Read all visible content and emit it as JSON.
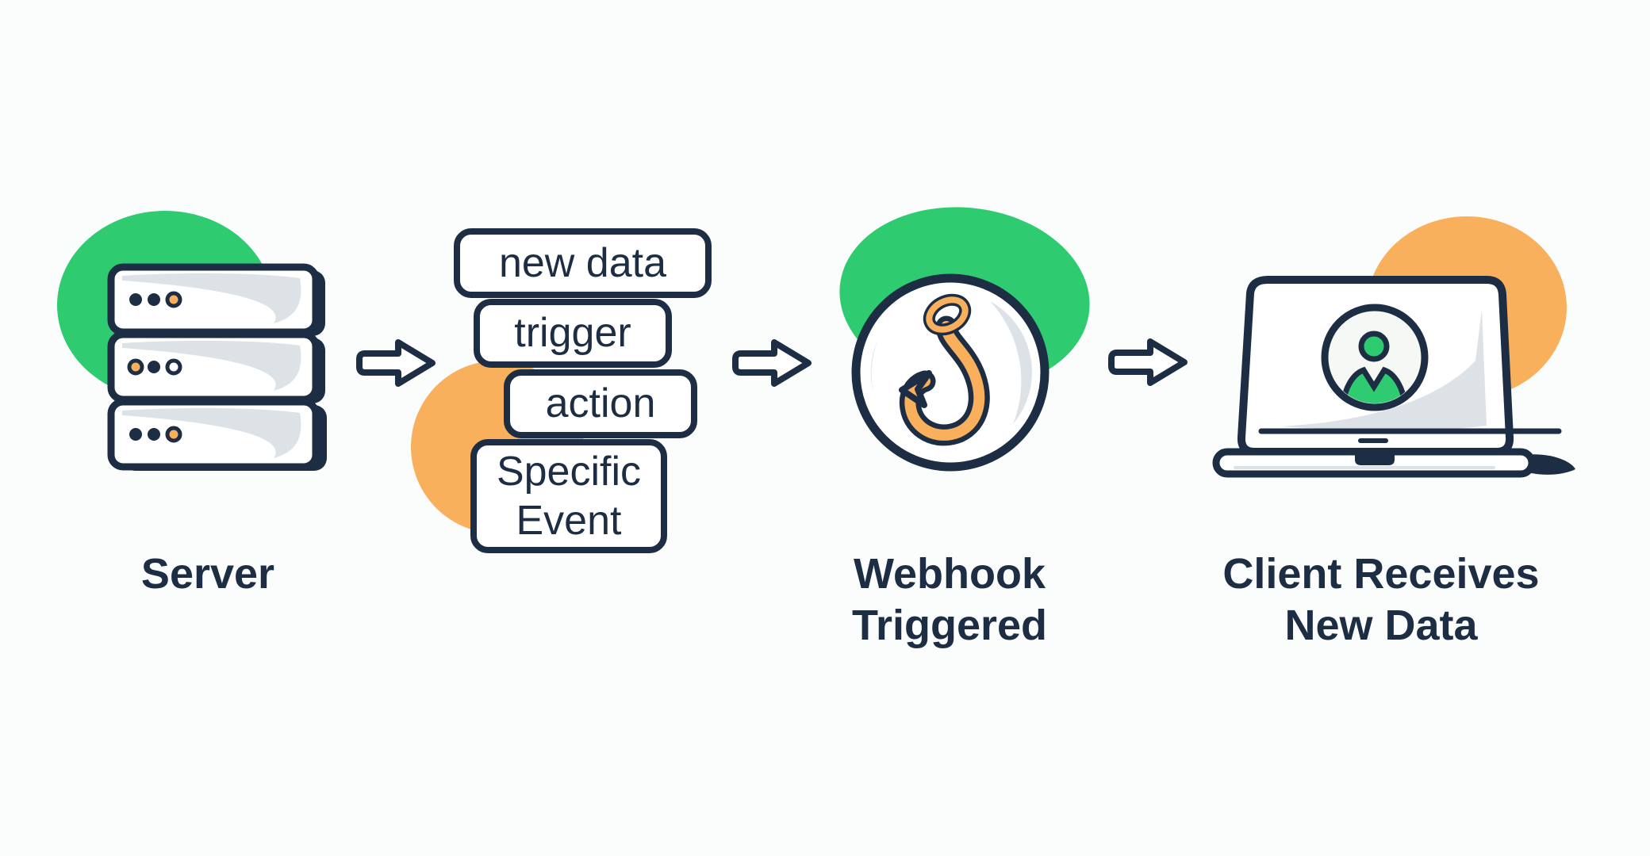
{
  "colors": {
    "bg": "#FBFDFC",
    "navy": "#1D2D44",
    "green": "#2FCB71",
    "orange": "#F8B05C",
    "gray-highlight": "#DDE2E6",
    "white": "#FFFFFF",
    "offwhite": "#F6F8F5"
  },
  "steps": {
    "server": {
      "caption": "Server"
    },
    "event_labels": {
      "items": [
        "new data",
        "trigger",
        "action",
        "Specific Event"
      ]
    },
    "webhook": {
      "caption": "Webhook\nTriggered"
    },
    "client": {
      "caption": "Client Receives\nNew Data"
    }
  },
  "icons": {
    "server": "server-stack-icon",
    "flow": "arrow-right-icon",
    "webhook": "fish-hook-icon",
    "client": "laptop-user-icon"
  }
}
